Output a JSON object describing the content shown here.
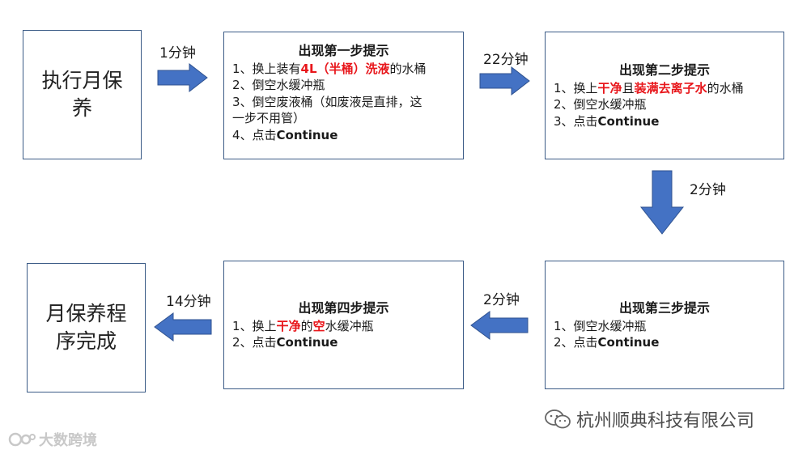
{
  "start_box": {
    "line1": "执行月保",
    "line2": "养"
  },
  "end_box": {
    "line1": "月保养程",
    "line2": "序完成"
  },
  "arrows": {
    "a1": "1分钟",
    "a2": "22分钟",
    "a3": "2分钟",
    "a4": "2分钟",
    "a5": "14分钟"
  },
  "step1": {
    "title": "出现第一步提示",
    "l1_pre": "1、换上装有",
    "l1_hl": "4L（半桶）洗液",
    "l1_post": "的水桶",
    "l2": "2、倒空水缓冲瓶",
    "l3a": "3、倒空废液桶（如废液是直排，这",
    "l3b": "一步不用管）",
    "l4_pre": "4、点击",
    "l4_bold": "Continue"
  },
  "step2": {
    "title": "出现第二步提示",
    "l1_pre": "1、换上",
    "l1_hl1": "干净",
    "l1_mid": "且",
    "l1_hl2": "装满去离子水",
    "l1_post": "的水桶",
    "l2": "2、倒空水缓冲瓶",
    "l3_pre": "3、点击",
    "l3_bold": "Continue"
  },
  "step3": {
    "title": "出现第三步提示",
    "l1": "1、倒空水缓冲瓶",
    "l2_pre": "2、点击",
    "l2_bold": "Continue"
  },
  "step4": {
    "title": "出现第四步提示",
    "l1_pre": "1、换上",
    "l1_hl1": "干净",
    "l1_mid": "的",
    "l1_hl2": "空",
    "l1_post": "水缓冲瓶",
    "l2_pre": "2、点击",
    "l2_bold": "Continue"
  },
  "watermarks": {
    "left": "大数跨境",
    "right": "杭州顺典科技有限公司"
  },
  "colors": {
    "arrow": "#4472c4",
    "arrow_stroke": "#2f528f",
    "border": "#3b5b86",
    "highlight": "#e8161b"
  }
}
